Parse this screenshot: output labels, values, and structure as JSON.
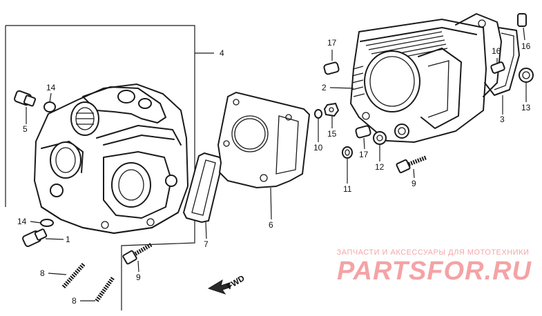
{
  "callouts": {
    "c1": "1",
    "c2": "2",
    "c3": "3",
    "c4": "4",
    "c5": "5",
    "c6": "6",
    "c7": "7",
    "c8a": "8",
    "c8b": "8",
    "c9a": "9",
    "c9b": "9",
    "c10": "10",
    "c11": "11",
    "c12": "12",
    "c13": "13",
    "c14a": "14",
    "c14b": "14",
    "c15": "15",
    "c16a": "16",
    "c16b": "16",
    "c17a": "17",
    "c17b": "17"
  },
  "fwd_mark": "FWD",
  "watermark": {
    "tagline": "ЗАПЧАСТИ И АКСЕССУАРЫ ДЛЯ МОТОТЕХНИКИ",
    "logo": "PARTSFOR.RU"
  },
  "colors": {
    "line": "#1a1a1a",
    "watermark": "#f4a3a5",
    "background": "#ffffff"
  }
}
